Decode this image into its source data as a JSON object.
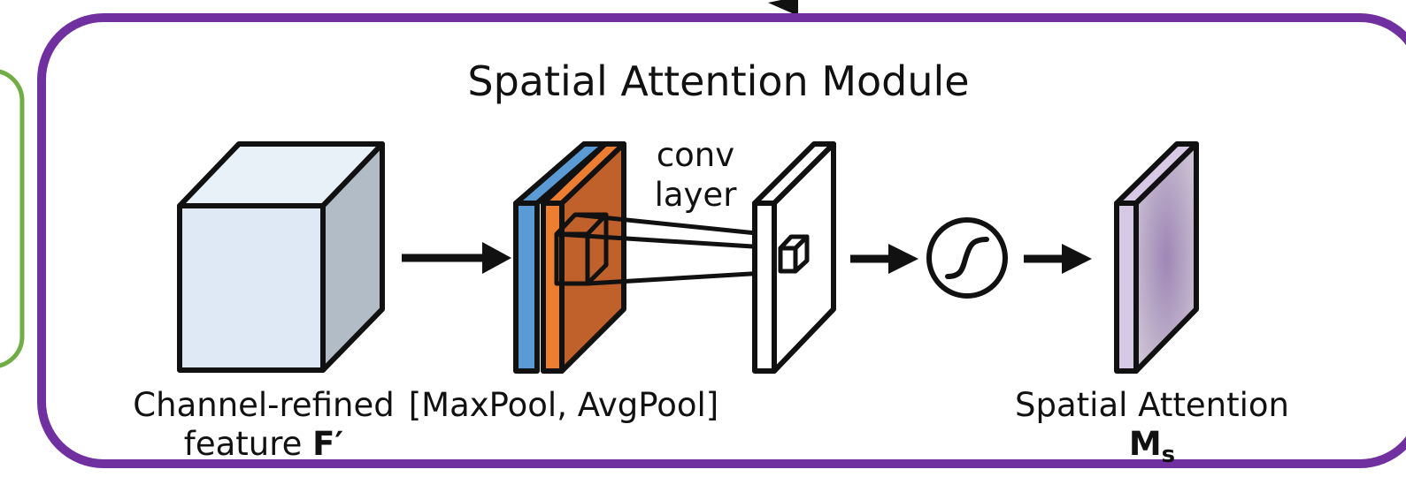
{
  "module": {
    "title": "Spatial Attention Module"
  },
  "labels": {
    "input_line1": "Channel-refined",
    "input_line2_prefix": "feature ",
    "input_symbol": "F′",
    "pool": "[MaxPool, AvgPool]",
    "conv_line1": "conv",
    "conv_line2": "layer",
    "output_line1": "Spatial Attention",
    "output_symbol": "M",
    "output_subscript": "s"
  },
  "icons": {
    "activation": "sigmoid-icon"
  },
  "colors": {
    "module_border": "#7030a0",
    "left_panel_border": "#70ad47",
    "cube_front": "#dfe9f5",
    "cube_top": "#e8f0f8",
    "cube_side": "#b1bcc6",
    "maxpool": "#5b9bd5",
    "avgpool_front": "#c0612b",
    "avgpool_edge": "#ed7d31",
    "output_front": "#a99bb8",
    "output_edge": "#d7c8e6"
  }
}
